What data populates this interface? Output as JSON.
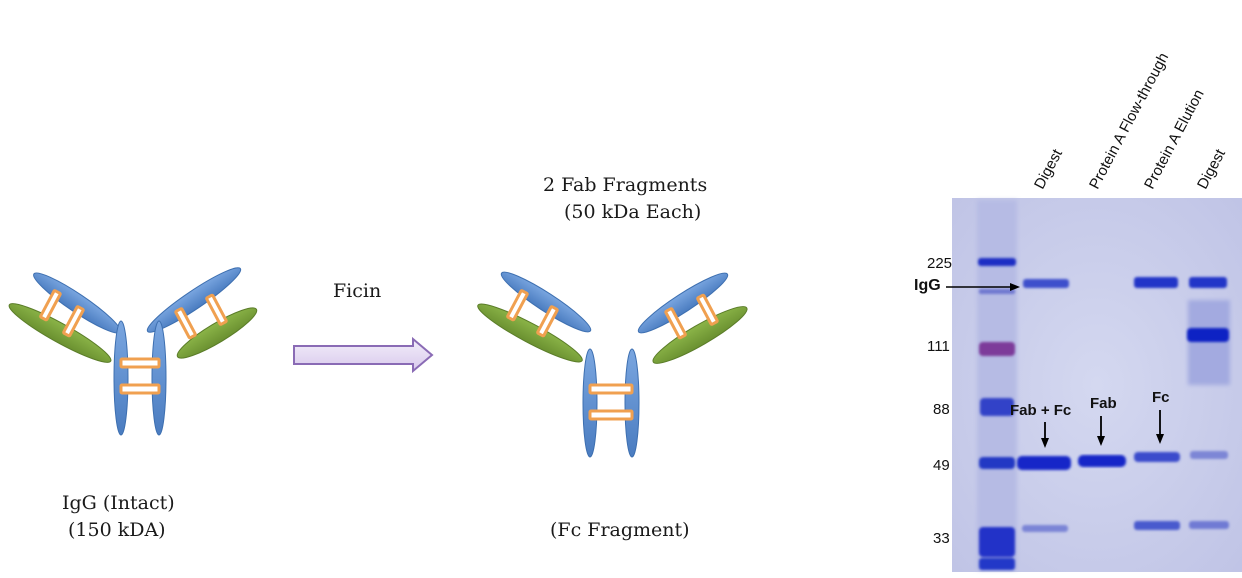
{
  "diagram": {
    "intact_label_1": "IgG (Intact)",
    "intact_label_2": "(150 kDA)",
    "enzyme_label": "Ficin",
    "fab_label_1": "2 Fab Fragments",
    "fab_label_2": "(50 kDa Each)",
    "fc_label": "(Fc Fragment)"
  },
  "gel": {
    "lanes": [
      "Digest",
      "Protein A Flow-through",
      "Protein A Elution",
      "Digest"
    ],
    "markers": [
      "225",
      "111",
      "88",
      "49",
      "33"
    ],
    "band_labels": {
      "igg": "IgG",
      "fab_fc": "Fab + Fc",
      "fab": "Fab",
      "fc": "Fc"
    }
  },
  "colors": {
    "heavy_chain": "#5b8fd1",
    "light_chain": "#77a03a",
    "disulfide": "#f0a050",
    "arrow_fill": "#e6dcf3",
    "arrow_stroke": "#8a6bb5",
    "gel_bg": "#c9cdeb",
    "gel_band": "#2236c8"
  }
}
